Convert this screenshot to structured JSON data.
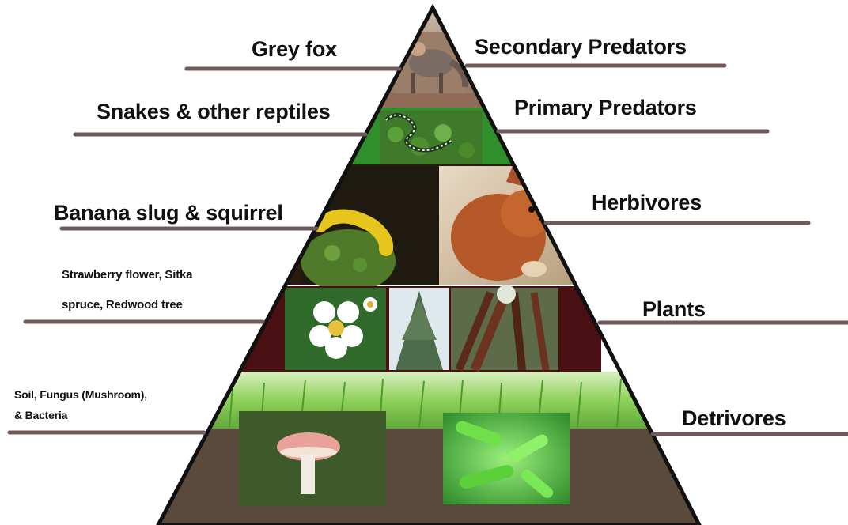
{
  "tiers": [
    {
      "organism": "Grey fox",
      "role": "Secondary Predators"
    },
    {
      "organism": "Snakes & other reptiles",
      "role": "Primary Predators"
    },
    {
      "organism": "Banana slug & squirrel",
      "role": "Herbivores"
    },
    {
      "organism_lines": [
        "Strawberry flower, Sitka",
        "spruce, Redwood tree"
      ],
      "role": "Plants"
    },
    {
      "organism_lines": [
        "Soil, Fungus (Mushroom),",
        "& Bacteria"
      ],
      "role": "Detrivores"
    }
  ],
  "icons": [
    "fox-photo",
    "snake-photo",
    "slug-photo",
    "squirrel-photo",
    "strawberry-flower-photo",
    "spruce-photo",
    "redwood-photo",
    "grass",
    "mushroom-photo",
    "bacteria-photo",
    "soil"
  ],
  "colors": {
    "leader_line": "#6e5a5a",
    "pyramid_outline": "#111111",
    "plant_band_bg": "#4a0f12",
    "snake_band_bg": "#2f8f2a",
    "soil": "#5a4a3c",
    "grass": "#7fc64a"
  }
}
